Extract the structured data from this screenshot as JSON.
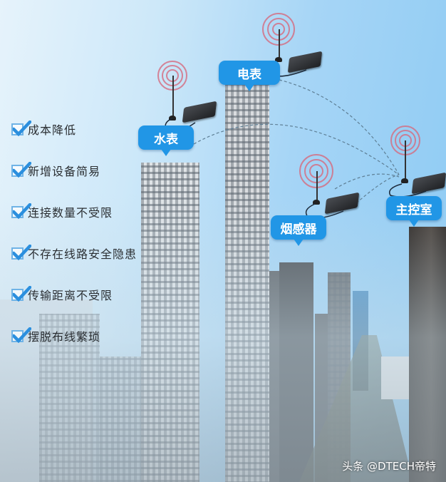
{
  "features": {
    "items": [
      {
        "label": "成本降低",
        "checked": true
      },
      {
        "label": "新增设备简易",
        "checked": true
      },
      {
        "label": "连接数量不受限",
        "checked": true
      },
      {
        "label": "不存在线路安全隐患",
        "checked": true
      },
      {
        "label": "传输距离不受限",
        "checked": true
      },
      {
        "label": "摆脱布线繁琐",
        "checked": true
      }
    ]
  },
  "nodes": {
    "water_meter": {
      "label": "水表"
    },
    "electric_meter": {
      "label": "电表"
    },
    "smoke_detector": {
      "label": "烟感器"
    },
    "control_room": {
      "label": "主控室"
    }
  },
  "colors": {
    "bubble": "#2196e6",
    "check": "#2b8fde",
    "signal": "#d66a7e"
  },
  "watermark": {
    "text": "头条 @DTECH帝特"
  }
}
